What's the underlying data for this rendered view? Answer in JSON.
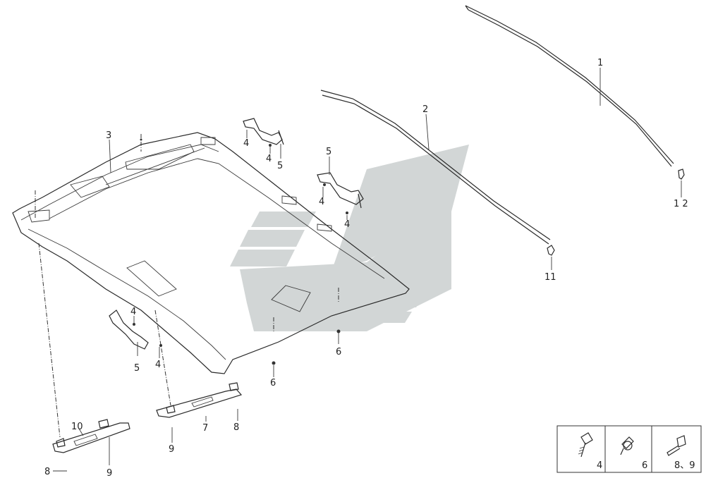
{
  "callouts": {
    "c1": "1",
    "c2": "2",
    "c3": "3",
    "c4a": "4",
    "c4b": "4",
    "c5a": "5",
    "c5b": "5",
    "c4c": "4",
    "c4d": "4",
    "c4e": "4",
    "c5c": "5",
    "c4f": "4",
    "c6a": "6",
    "c6b": "6",
    "c7": "7",
    "c8a": "8",
    "c9a": "9",
    "c10": "10",
    "c8b": "8",
    "c9b": "9",
    "c11": "11",
    "c12": "1 2"
  },
  "legend": {
    "cell1": "4",
    "cell2": "6",
    "cell3": "8、9"
  },
  "colors": {
    "watermark": "#d2d6d6",
    "line": "#2a2a2a",
    "headliner_fill": "#f3f3f3",
    "headliner_shade": "#e2e2e2"
  }
}
